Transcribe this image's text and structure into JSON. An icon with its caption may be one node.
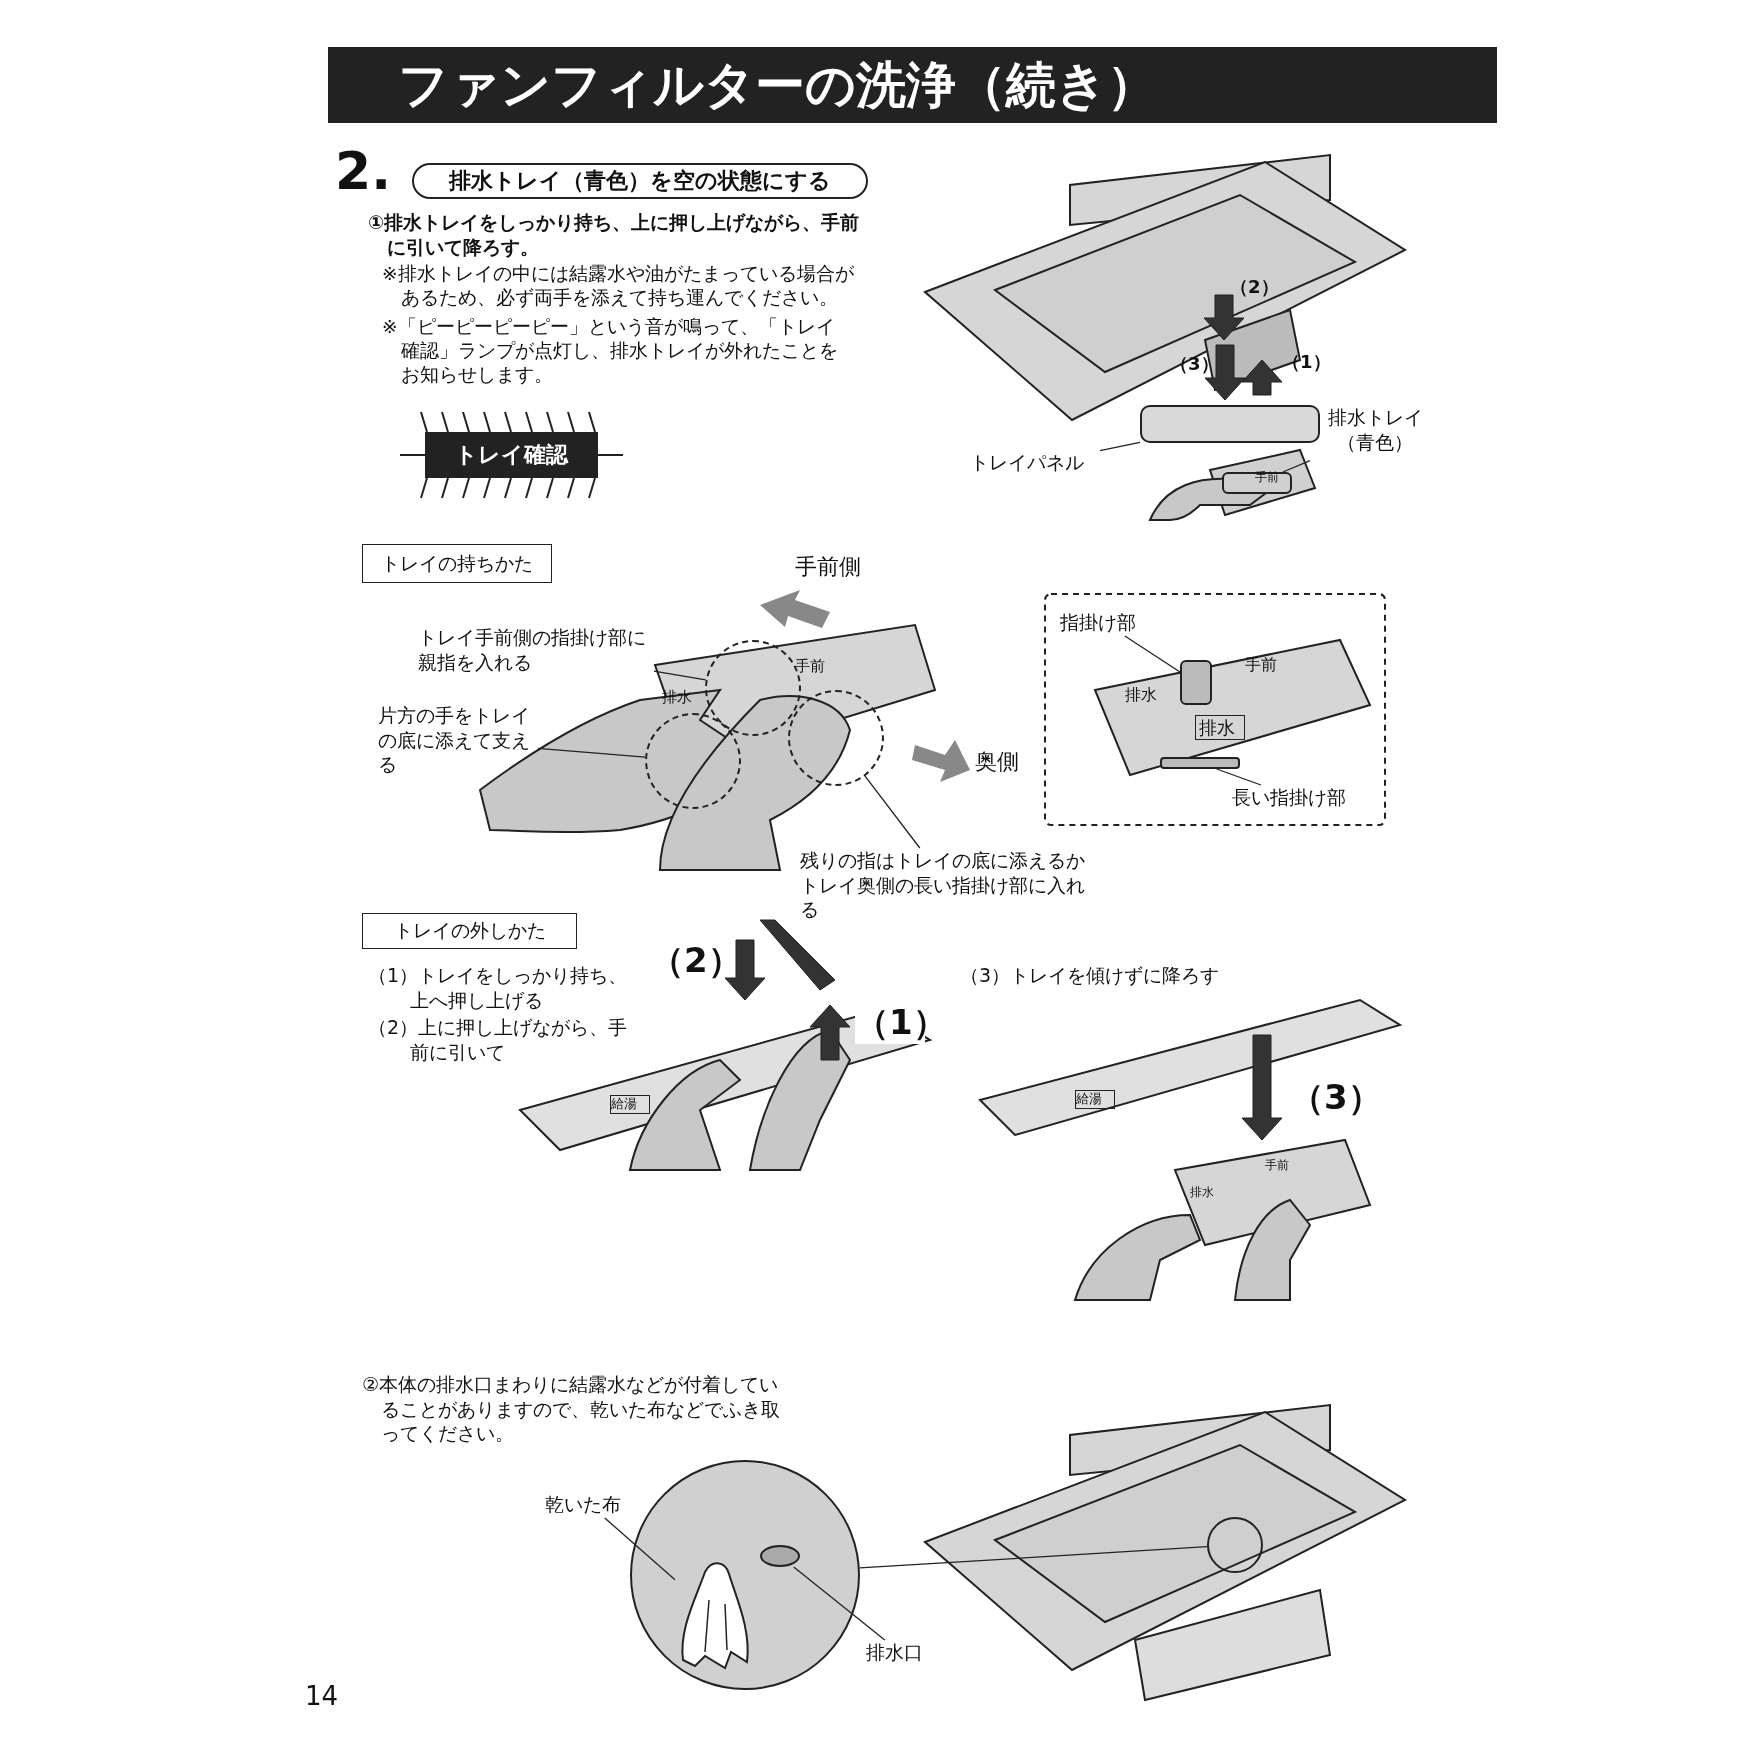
{
  "diagram": {
    "title": "ファンフィルターの洗浄（続き）",
    "nodes": [
      {
        "text": [
          "排水トレイ（青色）を空の状態にする"
        ]
      },
      {
        "text": [
          "トレイ確認"
        ]
      },
      {
        "text": [
          "トレイパネル"
        ]
      },
      {
        "text": [],
        "shape": "box"
      },
      {
        "text": [
          "排水トレイ（青色）"
        ]
      },
      {
        "text": [],
        "shape": "box"
      },
      {
        "text": [
          "トレイの持ちかた"
        ]
      },
      {
        "text": [
          "トレイ手前側の指掛け部に親指を入れる"
        ]
      },
      {
        "text": [],
        "shape": "circle"
      },
      {
        "text": [
          "片方の手をトレイの底に添えて支える"
        ]
      },
      {
        "text": [],
        "shape": "circle"
      },
      {
        "text": [],
        "shape": "circle"
      },
      {
        "text": [
          "残りの指はトレイの底に添えるかトレイ奥側の長い指掛け部に入れる"
        ]
      },
      {
        "text": [
          "指掛け部"
        ]
      },
      {
        "text": [],
        "shape": "box"
      },
      {
        "text": [
          "長い指掛け部"
        ]
      },
      {
        "text": [],
        "shape": "box"
      },
      {
        "text": [
          "トレイの外しかた"
        ]
      },
      {
        "text": [
          "乾いた布"
        ]
      },
      {
        "text": [],
        "shape": "circle"
      },
      {
        "text": [],
        "shape": "picture",
        "in": 19
      },
      {
        "text": [
          "排水口"
        ]
      },
      {
        "text": [],
        "shape": "box",
        "in": 19
      },
      {
        "text": [],
        "shape": "circle"
      }
    ],
    "edges": [
      {
        "from": 2,
        "to": 3,
        "arrow": "none"
      },
      {
        "from": 4,
        "to": 5,
        "arrow": "none"
      },
      {
        "from": 7,
        "to": 8,
        "arrow": "none"
      },
      {
        "from": 9,
        "to": 10,
        "arrow": "none"
      },
      {
        "from": 12,
        "to": 11,
        "arrow": "none"
      },
      {
        "from": 13,
        "to": 14,
        "arrow": "none"
      },
      {
        "from": 15,
        "to": 16,
        "arrow": "none"
      },
      {
        "from": 18,
        "to": 20,
        "arrow": "none"
      },
      {
        "from": 21,
        "to": 22,
        "arrow": "none"
      },
      {
        "from": 19,
        "to": 23,
        "arrow": "none"
      }
    ],
    "labels": [
      "2.",
      "①排水トレイをしっかり持ち、上に押し上げながら、手前に引いて降ろす。",
      "※排水トレイの中には結露水や油がたまっている場合があるため、必ず両手を添えて持ち運んでください。",
      "※「ピーピーピーピー」という音が鳴って、「トレイ確認」ランプが点灯し、排水トレイが外れたことをお知らせします。",
      "（2）",
      "（1）",
      "（3）",
      "手前",
      "手前側",
      "排水",
      "手前",
      "奥側",
      "手前",
      "排水",
      "排水",
      "（1）トレイをしっかり持ち、上へ押し上げる",
      "（2）上に押し上げながら、手前に引いて",
      "（2）",
      "（1）",
      "給湯",
      "（3）トレイを傾けずに降ろす",
      "給湯",
      "（3）",
      "排水",
      "手前",
      "②本体の排水口まわりに結露水などが付着していることがありますので、乾いた布などでふき取ってください。",
      "14"
    ]
  }
}
